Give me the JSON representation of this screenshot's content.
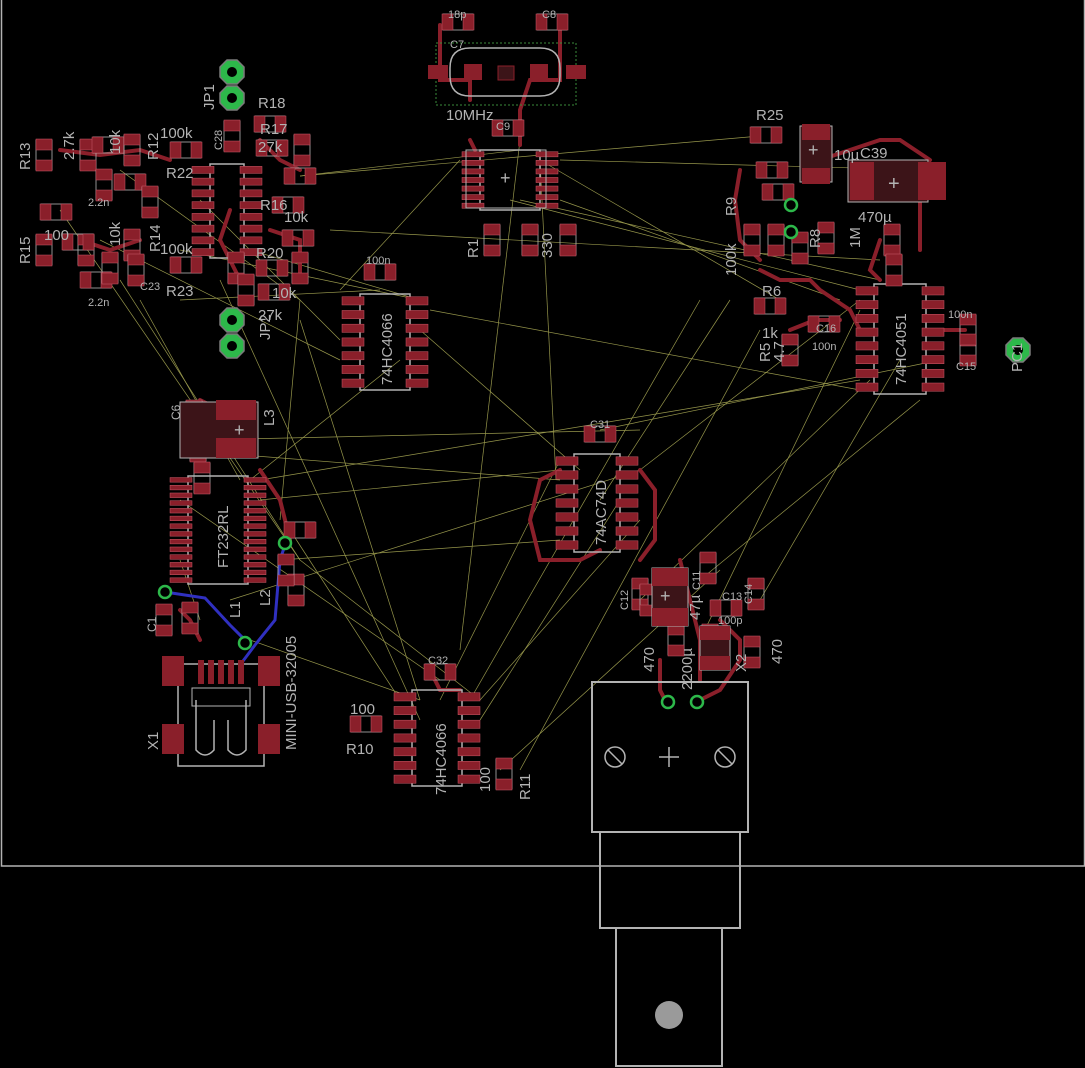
{
  "labels": {
    "crystal_value": "10MHz",
    "usb_connector": "MINI-USB-32005",
    "ic_ft232": "FT232RL",
    "ic_74hc4066_a": "74HC4066",
    "ic_74hc4066_b": "74HC4066",
    "ic_74hc4051": "74HC4051",
    "ic_74ac74d": "74AC74D",
    "jp1": "JP1",
    "jp2": "JP2",
    "x1": "X1",
    "x2": "X2",
    "pc1": "PC1",
    "l1": "L1",
    "l2": "L2",
    "l3": "L3"
  },
  "components": {
    "r13": "R13",
    "r12": "R12",
    "r15": "R15",
    "r14": "R14",
    "r22": "R22",
    "r23": "R23",
    "r18": "R18",
    "r17": "R17",
    "r16": "R16",
    "r20": "R20",
    "r1": "R1",
    "r25": "R25",
    "r9": "R9",
    "r6": "R6",
    "r5": "R5",
    "r10": "R10",
    "r11": "R11",
    "r8": "R8",
    "c1": "C1",
    "c6": "C6",
    "c7": "C7",
    "c8": "C8",
    "c9": "C9",
    "c11": "C11",
    "c12": "C12",
    "c13": "C13",
    "c14": "C14",
    "c15": "C15",
    "c16": "C16",
    "c23": "C23",
    "c28": "C28",
    "c31": "C31",
    "c32": "C32",
    "c39": "C39"
  },
  "values": {
    "v_2_7k": "2.7k",
    "v_10k_a": "10k",
    "v_100k_a": "100k",
    "v_100k_b": "100k",
    "v_10k_b": "10k",
    "v_2_2n_a": "2.2n",
    "v_2_2n_b": "2.2n",
    "v_100": "100",
    "v_27k_a": "27k",
    "v_27k_b": "27k",
    "v_10k_c": "10k",
    "v_10k_d": "10k",
    "v_100n_a": "100n",
    "v_100n_b": "100n",
    "v_100n_c": "100n",
    "v_18p": "18p",
    "v_330": "330",
    "v_10u": "10µ",
    "v_470u": "470µ",
    "v_100k_c": "100k",
    "v_1m": "1M",
    "v_1k": "1k",
    "v_4_7": "4.7",
    "v_470_a": "470",
    "v_470_b": "470",
    "v_47u": "47µ",
    "v_100p": "100p",
    "v_2200u": "2200µ",
    "v_100_b": "100",
    "v_100_c": "100"
  },
  "colors": {
    "background": "#000000",
    "outline": "#b3b3b3",
    "pad": "#8a1f2a",
    "pad_light": "#c75a68",
    "trace": "#8a1f2a",
    "airwire": "#c8c864",
    "via": "#2db84a",
    "bottom_trace": "#3030c0"
  }
}
